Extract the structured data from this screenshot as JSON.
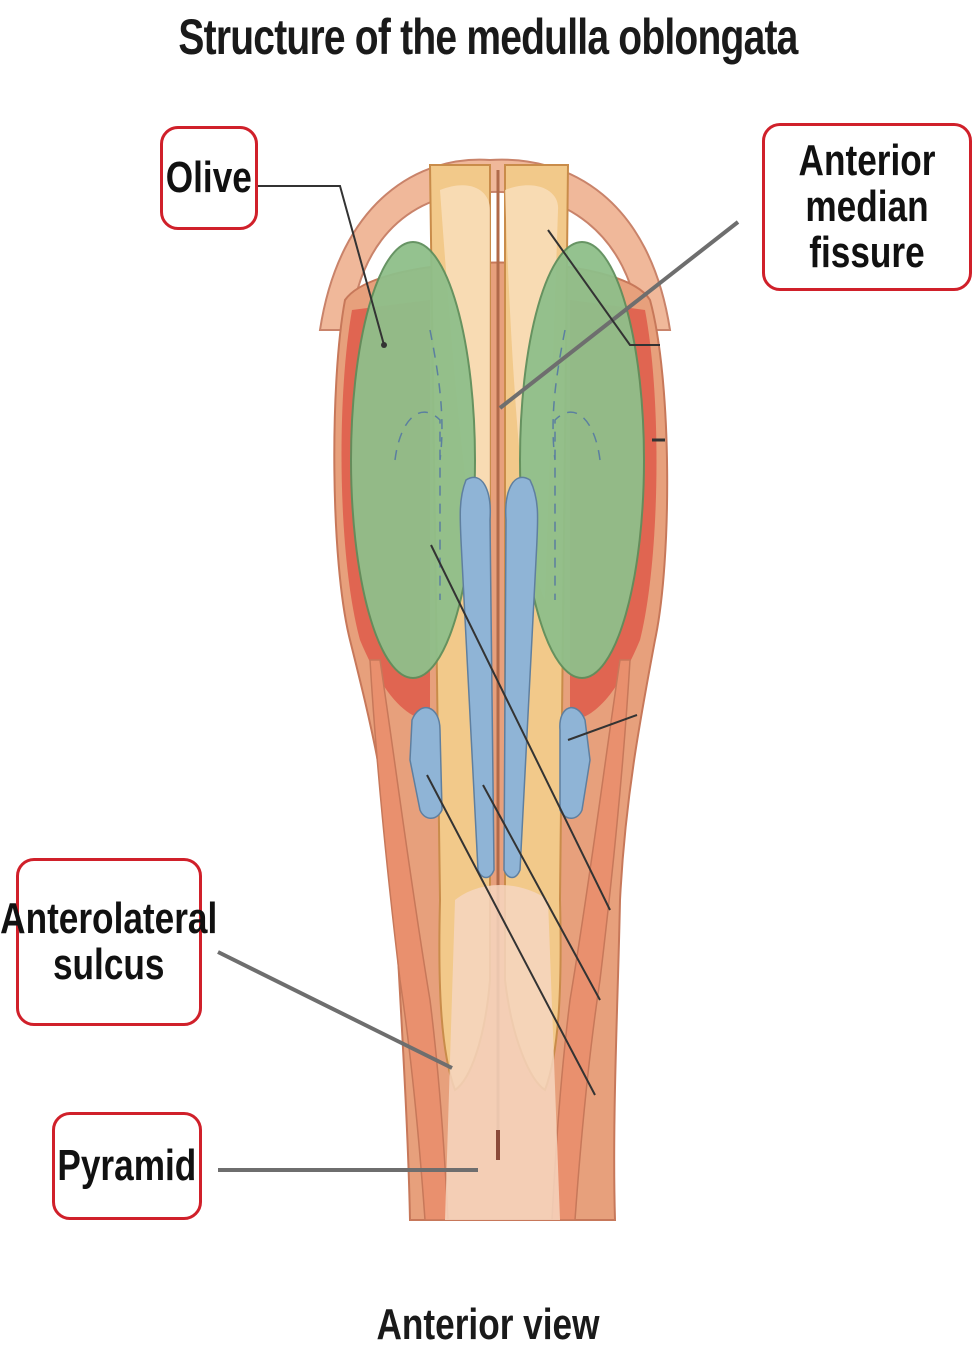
{
  "title": "Structure of the medulla oblongata",
  "caption": "Anterior view",
  "labels": {
    "olive": "Olive",
    "anterior_median_fissure": "Anterior\nmedian fissure",
    "anterolateral_sulcus": "Anterolateral\nsulcus",
    "pyramid": "Pyramid"
  },
  "colors": {
    "label_border": "#d0202a",
    "leader_line": "#6e6e6e",
    "olive_fill": "#8fbf8a",
    "pyramid_fill": "#f2c98a",
    "sulcus_fill": "#8fb4d6",
    "tissue_fill": "#e7a07c",
    "cortex_red": "#de5a4a"
  }
}
